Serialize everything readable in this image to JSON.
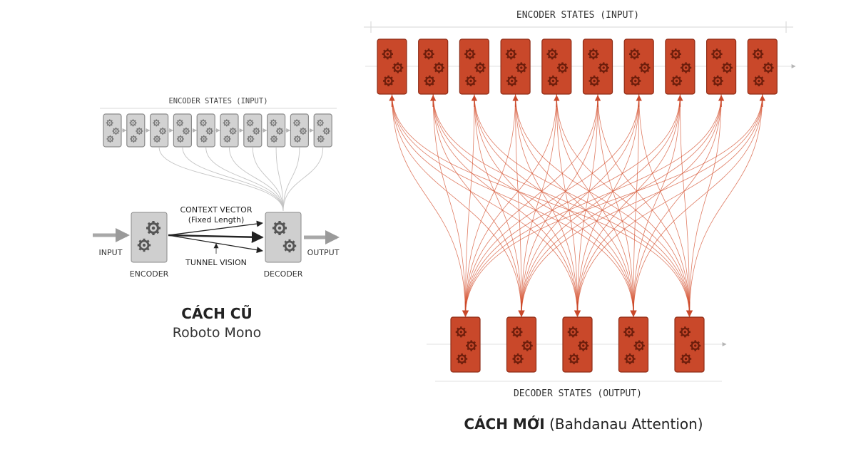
{
  "old": {
    "encoder_states_label": "ENCODER STATES (INPUT)",
    "context_vector_line1": "CONTEXT VECTOR",
    "context_vector_line2": "(Fixed Length)",
    "tunnel_vision": "TUNNEL VISION",
    "input_label": "INPUT",
    "output_label": "OUTPUT",
    "encoder_label": "ENCODER",
    "decoder_label": "DECODER",
    "title": "CÁCH CŨ",
    "subtitle": "Roboto Mono",
    "state_count": 10
  },
  "new": {
    "encoder_states_label": "ENCODER STATES (INPUT)",
    "decoder_states_label": "DECODER STATES (OUTPUT)",
    "title_bold": "CÁCH MỚI",
    "title_rest": " (Bahdanau Attention)",
    "encoder_count": 10,
    "decoder_count": 5
  },
  "colors": {
    "grey_block": "#d2d2d2",
    "grey_stroke": "#8a8a8a",
    "orange_block": "#c9482a",
    "orange_stroke": "#8e2c16",
    "orange_line": "#d4502f",
    "text_dark": "#222222",
    "text_mid": "#333333"
  }
}
